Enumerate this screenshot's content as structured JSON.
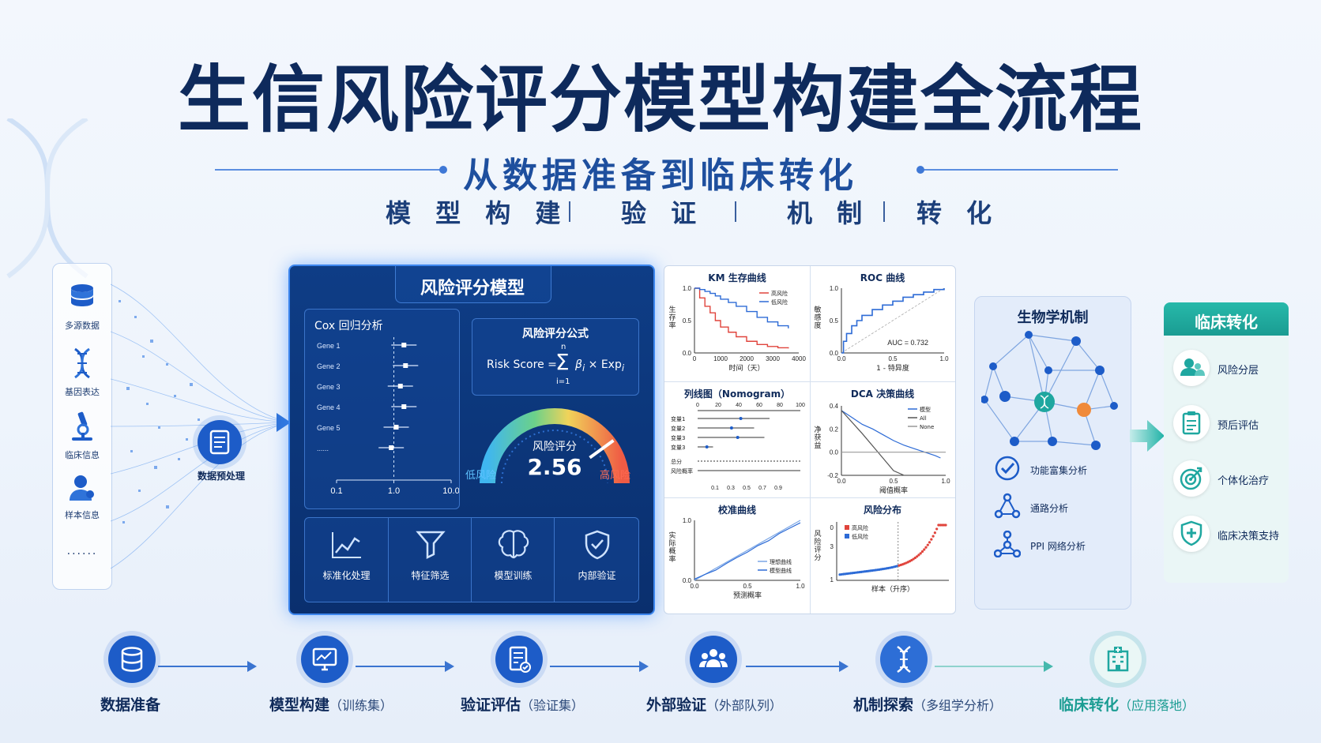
{
  "header": {
    "title": "生信风险评分模型构建全流程",
    "subtitle": "从数据准备到临床转化",
    "topics": [
      "模 型 构 建",
      "验 证",
      "机 制",
      "转 化"
    ]
  },
  "left_panel": {
    "items": [
      {
        "label": "多源数据",
        "icon": "database-icon"
      },
      {
        "label": "基因表达",
        "icon": "dna-icon"
      },
      {
        "label": "临床信息",
        "icon": "microscope-icon"
      },
      {
        "label": "样本信息",
        "icon": "person-icon"
      }
    ],
    "more": "......"
  },
  "preprocess_label": "数据预处理",
  "model_panel": {
    "title": "风险评分模型",
    "cox": {
      "title": "Cox 回归分析",
      "genes": [
        "Gene 1",
        "Gene 2",
        "Gene 3",
        "Gene 4",
        "Gene 5",
        "......"
      ],
      "hr": [
        1.5,
        1.6,
        1.3,
        1.5,
        1.1,
        0.9
      ],
      "axis_ticks": [
        "0.1",
        "1.0",
        "10.0"
      ]
    },
    "formula": {
      "title": "风险评分公式",
      "lhs": "Risk Score",
      "upper": "n",
      "lower": "i=1",
      "body": "β",
      "times": "× Exp"
    },
    "gauge": {
      "label": "风险评分",
      "value": "2.56",
      "low": "低风险",
      "high": "高风险",
      "level": 0.8
    },
    "steps": [
      {
        "label": "标准化处理",
        "icon": "chart-line-icon"
      },
      {
        "label": "特征筛选",
        "icon": "filter-icon"
      },
      {
        "label": "模型训练",
        "icon": "brain-icon"
      },
      {
        "label": "内部验证",
        "icon": "shield-check-icon"
      }
    ]
  },
  "chart_data": [
    {
      "type": "line",
      "title": "KM 生存曲线",
      "xlabel": "时间（天）",
      "ylabel": "生存率",
      "xticks": [
        "0",
        "1000",
        "2000",
        "3000",
        "4000"
      ],
      "yticks": [
        "0.0",
        "0.5",
        "1.0"
      ],
      "xlim": [
        0,
        4000
      ],
      "ylim": [
        0,
        1
      ],
      "series": [
        {
          "name": "高风险",
          "color": "#e0443c",
          "x": [
            0,
            200,
            400,
            600,
            800,
            1000,
            1300,
            1600,
            2000,
            2400,
            2800,
            3200,
            3600
          ],
          "y": [
            1,
            0.85,
            0.72,
            0.62,
            0.5,
            0.4,
            0.32,
            0.25,
            0.18,
            0.13,
            0.1,
            0.08,
            0.07
          ]
        },
        {
          "name": "低风险",
          "color": "#2d6bd6",
          "x": [
            0,
            200,
            400,
            600,
            800,
            1000,
            1300,
            1600,
            2000,
            2400,
            2800,
            3200,
            3600
          ],
          "y": [
            1,
            0.98,
            0.95,
            0.92,
            0.88,
            0.83,
            0.78,
            0.72,
            0.64,
            0.55,
            0.48,
            0.42,
            0.38
          ]
        }
      ]
    },
    {
      "type": "line",
      "title": "ROC 曲线",
      "xlabel": "1 - 特异度",
      "ylabel": "敏感度",
      "xticks": [
        "0.0",
        "0.5",
        "1.0"
      ],
      "yticks": [
        "0.0",
        "0.5",
        "1.0"
      ],
      "xlim": [
        0,
        1
      ],
      "ylim": [
        0,
        1
      ],
      "annotation": "AUC = 0.732",
      "series": [
        {
          "color": "#2d6bd6",
          "x": [
            0,
            0.02,
            0.05,
            0.1,
            0.15,
            0.2,
            0.3,
            0.4,
            0.5,
            0.6,
            0.7,
            0.8,
            0.9,
            1
          ],
          "y": [
            0,
            0.18,
            0.3,
            0.42,
            0.5,
            0.58,
            0.67,
            0.74,
            0.8,
            0.86,
            0.9,
            0.94,
            0.98,
            1
          ]
        }
      ]
    },
    {
      "type": "table",
      "title": "列线图（Nomogram）",
      "xticks": [
        "0",
        "20",
        "40",
        "60",
        "80",
        "100"
      ],
      "bottom_ticks": [
        "0.1",
        "0.3",
        "0.5",
        "0.7",
        "0.9"
      ],
      "rows": [
        "变量1",
        "变量2",
        "变量3",
        "变量3"
      ],
      "footer_rows": [
        "总分",
        "风险概率"
      ]
    },
    {
      "type": "line",
      "title": "DCA 决策曲线",
      "xlabel": "阈值概率",
      "ylabel": "净获益",
      "xticks": [
        "0.0",
        "0.5",
        "1.0"
      ],
      "yticks": [
        "-0.2",
        "0.0",
        "0.2",
        "0.4"
      ],
      "xlim": [
        0,
        1
      ],
      "ylim": [
        -0.2,
        0.4
      ],
      "series": [
        {
          "name": "模型",
          "color": "#2d6bd6",
          "x": [
            0,
            0.1,
            0.2,
            0.3,
            0.4,
            0.5,
            0.6,
            0.7,
            0.8,
            0.9,
            0.95
          ],
          "y": [
            0.36,
            0.3,
            0.24,
            0.2,
            0.15,
            0.1,
            0.06,
            0.03,
            0.0,
            -0.03,
            -0.05
          ]
        },
        {
          "name": "All",
          "color": "#555555",
          "x": [
            0,
            0.2,
            0.35,
            0.5,
            0.6
          ],
          "y": [
            0.36,
            0.16,
            0.0,
            -0.16,
            -0.2
          ]
        },
        {
          "name": "None",
          "color": "#999999",
          "x": [
            0,
            1
          ],
          "y": [
            0,
            0
          ]
        }
      ]
    },
    {
      "type": "line",
      "title": "校准曲线",
      "xlabel": "预测概率",
      "ylabel": "实际概率",
      "xticks": [
        "0.0",
        "0.5",
        "1.0"
      ],
      "yticks": [
        "0.0",
        "1.0"
      ],
      "xlim": [
        0,
        1
      ],
      "ylim": [
        0,
        1
      ],
      "series": [
        {
          "name": "理想曲线",
          "color": "#7aa6e6",
          "x": [
            0,
            1
          ],
          "y": [
            0,
            1
          ]
        },
        {
          "name": "模型曲线",
          "color": "#2d6bd6",
          "x": [
            0,
            0.1,
            0.2,
            0.3,
            0.4,
            0.5,
            0.6,
            0.7,
            0.8,
            0.9,
            1
          ],
          "y": [
            0.02,
            0.1,
            0.17,
            0.28,
            0.38,
            0.47,
            0.58,
            0.66,
            0.78,
            0.87,
            0.96
          ]
        }
      ]
    },
    {
      "type": "scatter",
      "title": "风险分布",
      "xlabel": "样本（升序）",
      "ylabel": "风险评分",
      "yticks": [
        "0",
        "3",
        "1"
      ],
      "series": [
        {
          "name": "高风险",
          "color": "#e0443c"
        },
        {
          "name": "低风险",
          "color": "#2d6bd6"
        }
      ]
    }
  ],
  "bio_panel": {
    "title": "生物学机制",
    "items": [
      {
        "label": "功能富集分析",
        "icon": "check-badge-icon"
      },
      {
        "label": "通路分析",
        "icon": "pathway-icon"
      },
      {
        "label": "PPI 网络分析",
        "icon": "network-icon"
      }
    ]
  },
  "clinical_panel": {
    "title": "临床转化",
    "items": [
      {
        "label": "风险分层",
        "icon": "group-icon"
      },
      {
        "label": "预后评估",
        "icon": "clipboard-icon"
      },
      {
        "label": "个体化治疗",
        "icon": "target-icon"
      },
      {
        "label": "临床决策支持",
        "icon": "medical-shield-icon"
      }
    ]
  },
  "flow": [
    {
      "label": "数据准备",
      "sub": "",
      "icon": "database-icon"
    },
    {
      "label": "模型构建",
      "sub": "（训练集）",
      "icon": "monitor-icon"
    },
    {
      "label": "验证评估",
      "sub": "（验证集）",
      "icon": "report-check-icon"
    },
    {
      "label": "外部验证",
      "sub": "（外部队列）",
      "icon": "people-icon"
    },
    {
      "label": "机制探索",
      "sub": "（多组学分析）",
      "icon": "dna-icon"
    },
    {
      "label": "临床转化",
      "sub": "（应用落地）",
      "icon": "hospital-icon"
    }
  ],
  "colors": {
    "navy": "#0e2a5c",
    "accent": "#1d5cc8",
    "teal": "#2bb5a8",
    "red": "#e0443c"
  }
}
